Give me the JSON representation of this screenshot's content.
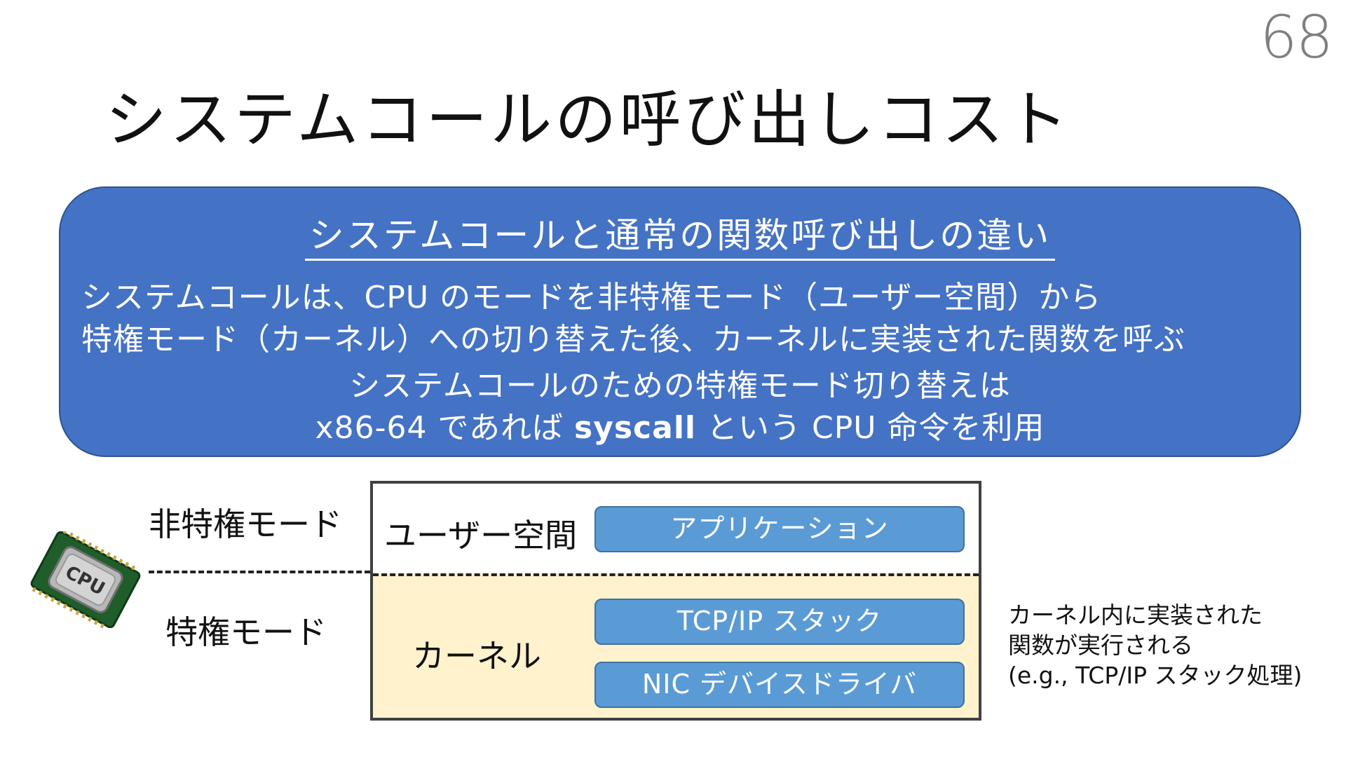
{
  "page_number": "68",
  "title": "システムコールの呼び出しコスト",
  "callout": {
    "heading": "システムコールと通常の関数呼び出しの違い",
    "line1": "システムコールは、CPU のモードを非特権モード（ユーザー空間）から",
    "line2": "特権モード（カーネル）への切り替えた後、カーネルに実装された関数を呼ぶ",
    "line3": "システムコールのための特権モード切り替えは",
    "line4_prefix": "x86-64 であれば ",
    "line4_bold": "syscall",
    "line4_suffix": " という CPU 命令を利用"
  },
  "cpu_chip": {
    "label": "CPU"
  },
  "modes": {
    "nonprivileged": "非特権モード",
    "privileged": "特権モード"
  },
  "diagram": {
    "user_space_label": "ユーザー空間",
    "kernel_label": "カーネル",
    "application": "アプリケーション",
    "tcpip_stack": "TCP/IP スタック",
    "nic_driver": "NIC デバイスドライバ"
  },
  "side_note": {
    "line1": "カーネル内に実装された",
    "line2": "関数が実行される",
    "line3": "(e.g., TCP/IP スタック処理)"
  },
  "colors": {
    "callout_bg": "#4472c4",
    "box_bg": "#5b9bd5",
    "kernel_bg": "#fff2cc",
    "page_number": "#7f7f7f"
  }
}
